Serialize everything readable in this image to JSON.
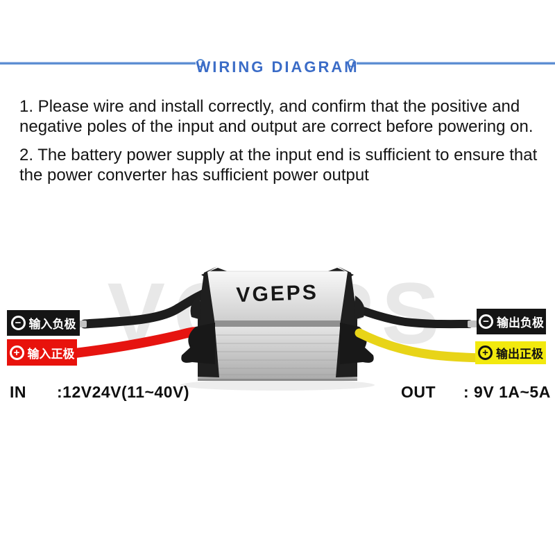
{
  "header": {
    "title": "WIRING DIAGRAM"
  },
  "instructions": [
    "1. Please wire and install correctly, and confirm that the positive and negative poles of the input and output are correct before powering on.",
    "2. The battery power supply at the input end is sufficient to ensure that the power converter has sufficient power output"
  ],
  "product": {
    "brand_logo": "VGEPS",
    "watermark": "VGEPS",
    "labels": {
      "input_negative": {
        "symbol": "−",
        "text": "输入负极"
      },
      "input_positive": {
        "symbol": "+",
        "text": "输入正极"
      },
      "output_negative": {
        "symbol": "−",
        "text": "输出负极"
      },
      "output_positive": {
        "symbol": "+",
        "text": "输出正极"
      }
    }
  },
  "specs": {
    "in_label": "IN",
    "in_value": ":12V24V(11~40V)",
    "out_label": "OUT",
    "out_value": ": 9V 1A~5A"
  },
  "colors": {
    "title_blue": "#3b6cc7",
    "divider_blue": "#5e8fd3",
    "label_black": "#151515",
    "label_red": "#e8120c",
    "label_yellow": "#f2e90e",
    "wire_black": "#1d1d1d",
    "wire_red": "#e61410",
    "wire_yellow": "#e8d418"
  }
}
